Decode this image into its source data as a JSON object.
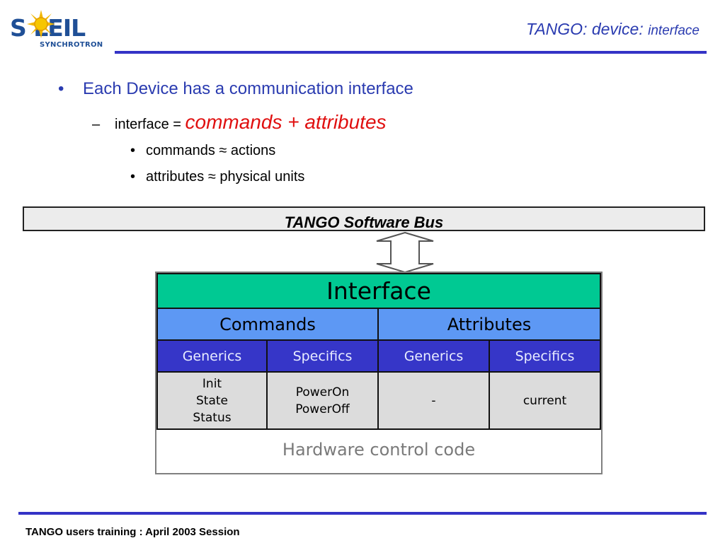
{
  "logo": {
    "brand_text": "S LEIL",
    "sub_text": "SYNCHROTRON"
  },
  "header": {
    "title_main": "TANGO: device:",
    "title_small": "interface"
  },
  "bullets": {
    "level1": {
      "marker": "•",
      "text": "Each Device has a communication interface"
    },
    "level2": {
      "marker": "–",
      "prefix": "interface = ",
      "emphasis": "commands + attributes"
    },
    "level3": [
      {
        "marker": "•",
        "text": "commands ≈ actions"
      },
      {
        "marker": "•",
        "text": "attributes ≈ physical units"
      }
    ]
  },
  "bus": {
    "label": "TANGO Software Bus"
  },
  "diagram": {
    "interface_label": "Interface",
    "groups": [
      "Commands",
      "Attributes"
    ],
    "subgroups": [
      "Generics",
      "Specifics",
      "Generics",
      "Specifics"
    ],
    "cells": [
      [
        "Init",
        "State",
        "Status"
      ],
      [
        "PowerOn",
        "PowerOff"
      ],
      [
        "-"
      ],
      [
        "current"
      ]
    ],
    "hardware_label": "Hardware control code"
  },
  "footer": {
    "text": "TANGO users training : April 2003 Session"
  },
  "colors": {
    "interface_bg": "#00c993",
    "group_bg": "#5d98f4",
    "subgroup_bg": "#3636c8",
    "cell_bg": "#dcdcdc",
    "accent_blue": "#2a3bb0",
    "emphasis_red": "#e01010"
  }
}
